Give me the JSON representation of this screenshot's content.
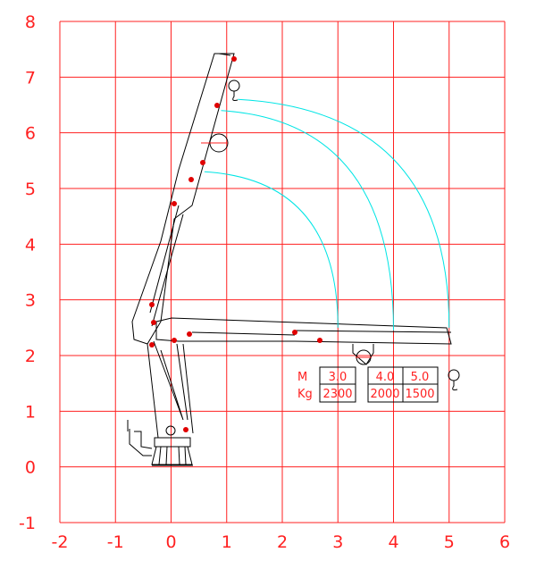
{
  "chart_data": {
    "type": "diagram",
    "xlim": [
      -2,
      6
    ],
    "ylim": [
      -1,
      8
    ],
    "grid": true,
    "grid_color": "#ff2020",
    "arc_color": "#00e5e5",
    "x_ticks": [
      "-2",
      "-1",
      "0",
      "1",
      "2",
      "3",
      "4",
      "5",
      "6"
    ],
    "y_ticks": [
      "-1",
      "0",
      "1",
      "2",
      "3",
      "4",
      "5",
      "6",
      "7",
      "8"
    ],
    "reach_arcs": [
      {
        "outreach_m": 3.0,
        "from": [
          0.6,
          5.3
        ],
        "to": [
          3.0,
          2.5
        ]
      },
      {
        "outreach_m": 4.0,
        "from": [
          0.9,
          6.4
        ],
        "to": [
          4.0,
          2.45
        ]
      },
      {
        "outreach_m": 5.0,
        "from": [
          1.2,
          6.6
        ],
        "to": [
          5.0,
          2.5
        ]
      }
    ]
  },
  "load_table": {
    "row_labels": [
      "M",
      "Kg"
    ],
    "columns": [
      {
        "m": "3.0",
        "kg": "2300"
      },
      {
        "m": "4.0",
        "kg": "2000"
      },
      {
        "m": "5.0",
        "kg": "1500"
      }
    ]
  },
  "icons": [
    "crane-hook-icon"
  ]
}
